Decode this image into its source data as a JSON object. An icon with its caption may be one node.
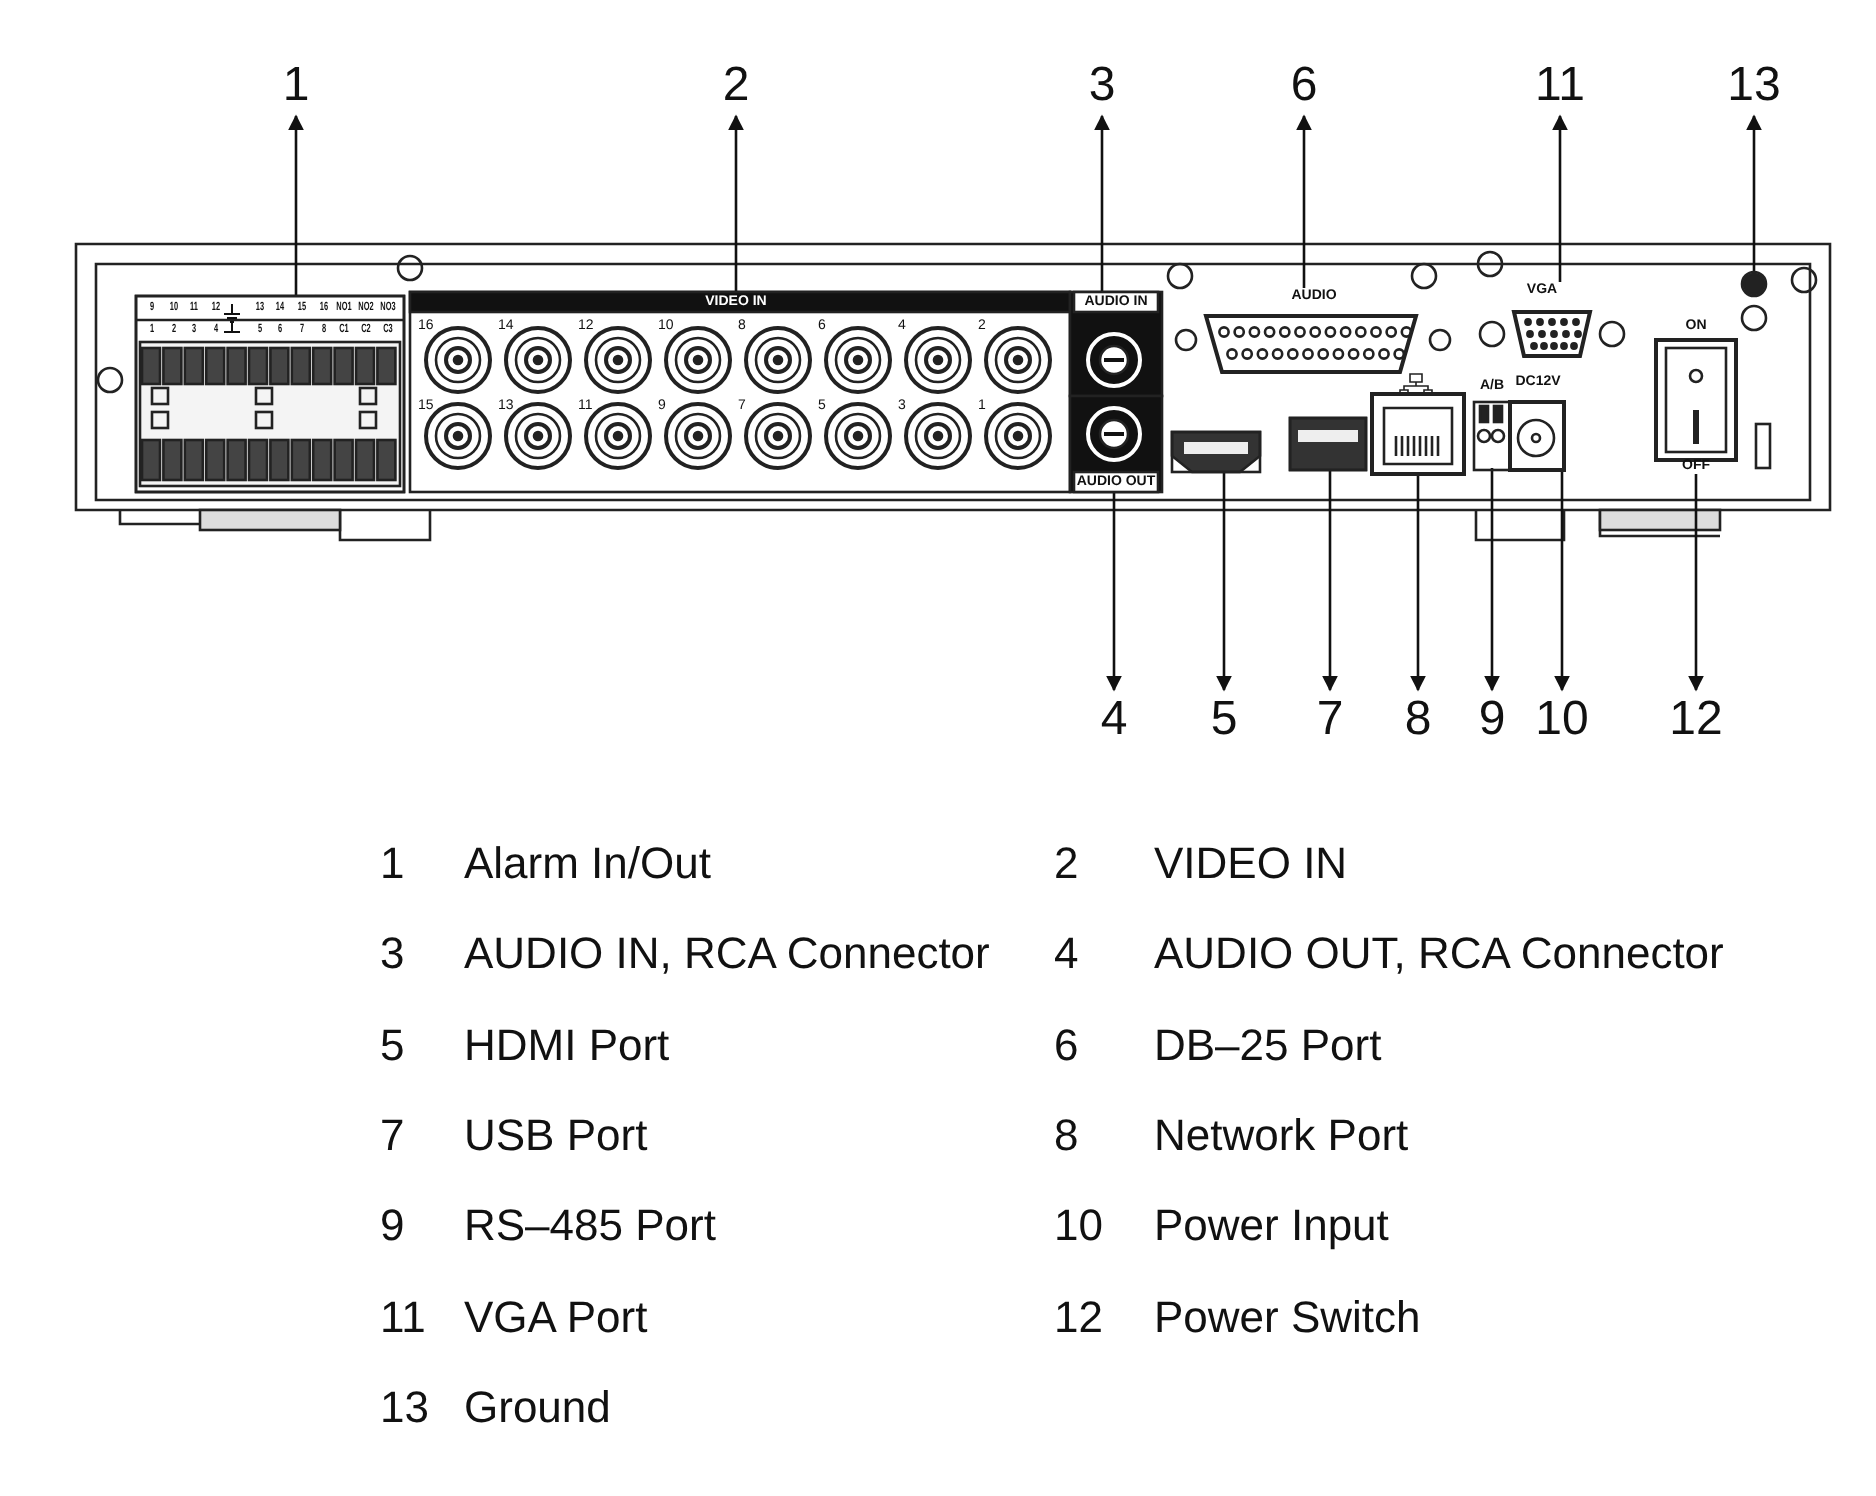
{
  "diagram": {
    "nodes": [
      {
        "text": [
          "1"
        ]
      },
      {
        "text": [
          "2"
        ]
      },
      {
        "text": [
          "3"
        ]
      },
      {
        "text": [
          "6"
        ]
      },
      {
        "text": [
          "11"
        ]
      },
      {
        "text": [
          "13"
        ]
      },
      {
        "text": [
          "4"
        ]
      },
      {
        "text": [
          "5"
        ]
      },
      {
        "text": [
          "7"
        ]
      },
      {
        "text": [
          "8"
        ]
      },
      {
        "text": [
          "9"
        ]
      },
      {
        "text": [
          "10"
        ]
      },
      {
        "text": [
          "12"
        ]
      },
      {
        "text": [],
        "shape": "box"
      },
      {
        "text": [
          "VIDEO IN"
        ]
      },
      {
        "text": [
          "AUDIO IN"
        ]
      },
      {
        "text": [
          "AUDIO"
        ]
      },
      {
        "text": [
          "VGA"
        ]
      },
      {
        "text": [],
        "shape": "circle"
      },
      {
        "text": [
          "AUDIO OUT"
        ]
      },
      {
        "text": [],
        "shape": "box"
      },
      {
        "text": [],
        "shape": "box"
      },
      {
        "text": [],
        "shape": "box"
      },
      {
        "text": [
          "A/B"
        ]
      },
      {
        "text": [
          "DC12V"
        ]
      },
      {
        "text": [
          "ON",
          "OFF"
        ]
      }
    ],
    "edges": [
      {
        "from": 13,
        "to": 0,
        "arrow": "to"
      },
      {
        "from": 14,
        "to": 1,
        "arrow": "to"
      },
      {
        "from": 15,
        "to": 2,
        "arrow": "to"
      },
      {
        "from": 16,
        "to": 3,
        "arrow": "to"
      },
      {
        "from": 17,
        "to": 4,
        "arrow": "to"
      },
      {
        "from": 18,
        "to": 5,
        "arrow": "to"
      },
      {
        "from": 19,
        "to": 6,
        "arrow": "to"
      },
      {
        "from": 20,
        "to": 7,
        "arrow": "to"
      },
      {
        "from": 21,
        "to": 8,
        "arrow": "to"
      },
      {
        "from": 22,
        "to": 9,
        "arrow": "to"
      },
      {
        "from": 23,
        "to": 10,
        "arrow": "to"
      },
      {
        "from": 24,
        "to": 11,
        "arrow": "to"
      },
      {
        "from": 25,
        "to": 12,
        "arrow": "to"
      }
    ],
    "labels": [
      "9",
      "10",
      "11",
      "12",
      "13",
      "14",
      "15",
      "16",
      "NO1",
      "NO2",
      "NO3",
      "1",
      "2",
      "3",
      "4",
      "5",
      "6",
      "7",
      "8",
      "C1",
      "C2",
      "C3",
      "16",
      "14",
      "12",
      "10",
      "8",
      "6",
      "4",
      "2",
      "15",
      "13",
      "11",
      "9",
      "7",
      "5",
      "3",
      "1",
      "1",
      "Alarm In/Out",
      "2",
      "VIDEO IN",
      "3",
      "AUDIO IN, RCA Connector",
      "4",
      "AUDIO OUT, RCA Connector",
      "5",
      "HDMI Port",
      "6",
      "DB–25 Port",
      "7",
      "USB Port",
      "8",
      "Network Port",
      "9",
      "RS–485 Port",
      "10",
      "Power Input",
      "11",
      "VGA Port",
      "12",
      "Power Switch",
      "13",
      "Ground"
    ]
  }
}
